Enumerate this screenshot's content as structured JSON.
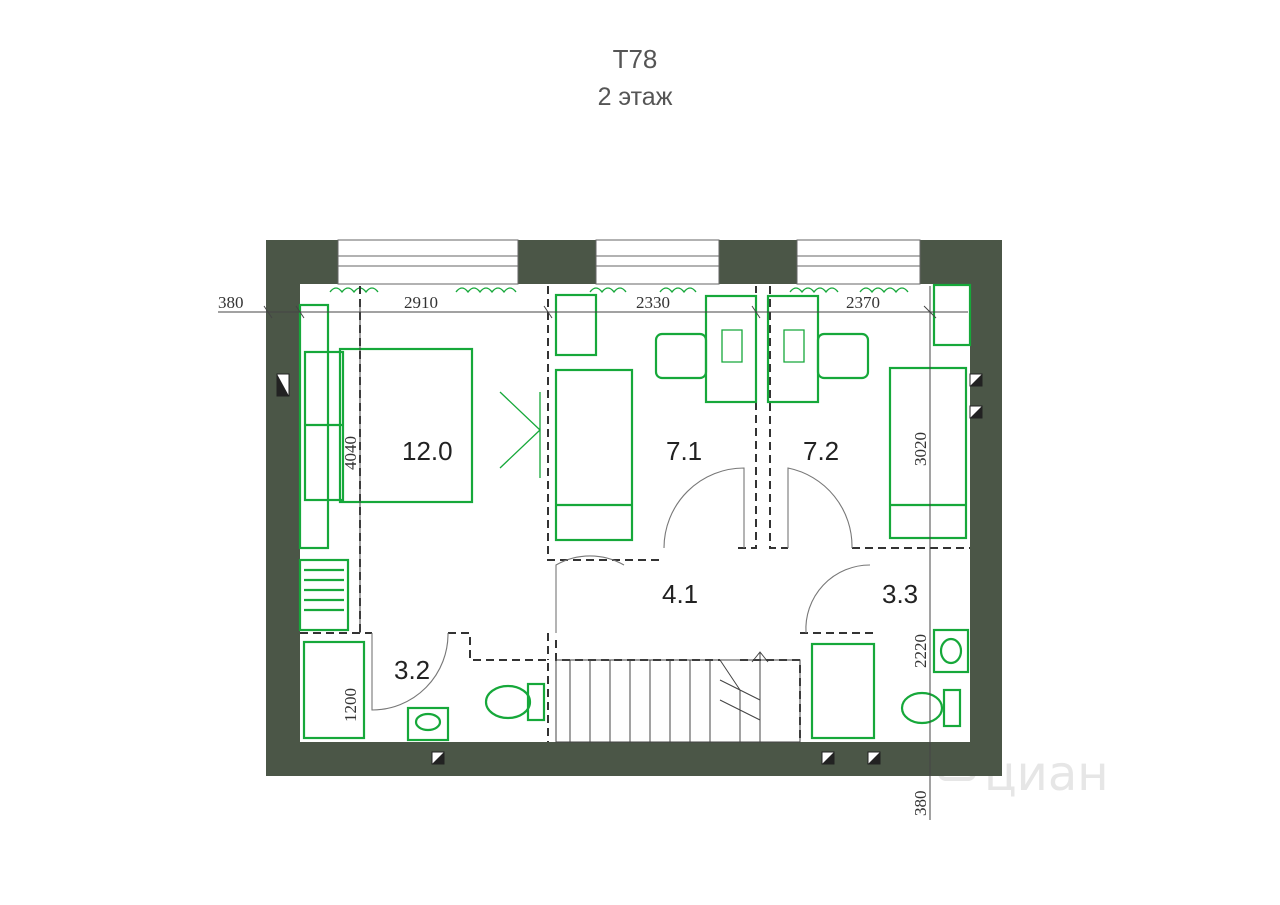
{
  "header": {
    "title": "T78",
    "floor": "2 этаж"
  },
  "rooms": [
    {
      "id": "bedroom",
      "area": "12.0"
    },
    {
      "id": "room-1",
      "area": "7.1"
    },
    {
      "id": "room-2",
      "area": "7.2"
    },
    {
      "id": "hall",
      "area": "4.1"
    },
    {
      "id": "bath-left",
      "area": "3.2"
    },
    {
      "id": "bath-right",
      "area": "3.3"
    }
  ],
  "dimensions": {
    "wall_left": "380",
    "wall_bottom": "380",
    "span_1": "2910",
    "span_2": "2330",
    "span_3": "2370",
    "height_bedroom": "4040",
    "height_room_right": "3020",
    "height_bath_right": "2220",
    "height_bath_left": "1200"
  },
  "watermark": "циан",
  "colors": {
    "wall": "#4b5647",
    "furniture": "#16a83a",
    "background": "#ffffff"
  }
}
